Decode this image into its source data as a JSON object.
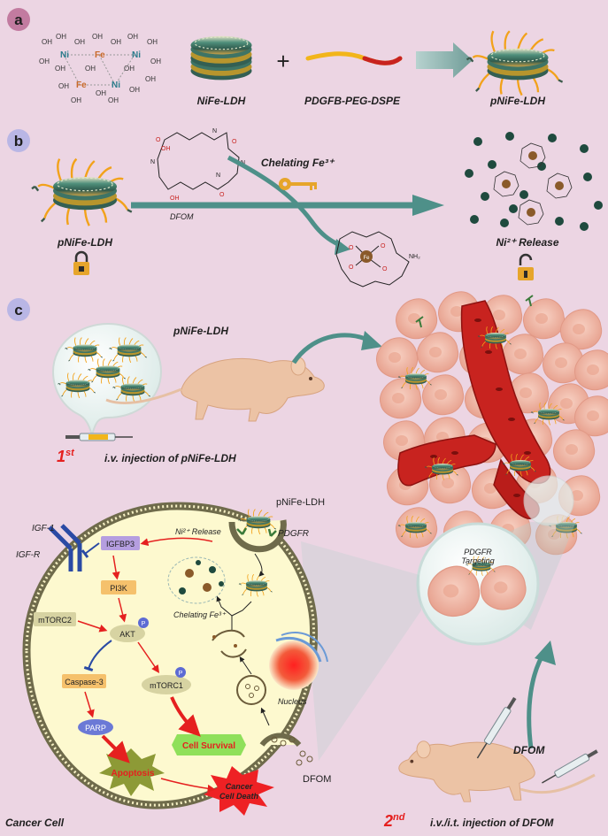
{
  "panels": {
    "a": "a",
    "b": "b",
    "c": "c"
  },
  "panel_a": {
    "ni_label": "Ni",
    "fe_label": "Fe",
    "oh_label": "OH",
    "plus": "+",
    "nife_ldh": "NiFe-LDH",
    "peg": "PDGFB-PEG-DSPE",
    "pnife_ldh": "pNiFe-LDH"
  },
  "panel_b": {
    "left_label": "pNiFe-LDH",
    "dfom": "DFOM",
    "chelating": "Chelating Fe³⁺",
    "release": "Ni²⁺ Release",
    "fe_center": "Fe",
    "atoms": {
      "o": "O",
      "n": "N",
      "h": "H",
      "oh": "OH",
      "nh2": "NH₂"
    }
  },
  "panel_c": {
    "pnife_ldh": "pNiFe-LDH",
    "first_num": "1",
    "first_sup": "st",
    "first_text": "i.v. injection of pNiFe-LDH",
    "second_num": "2",
    "second_sup": "nd",
    "second_text": "i.v./i.t. injection of  DFOM",
    "dfom_mouse": "DFOM",
    "targeting_line1": "PDGFR",
    "targeting_line2": "Targeting",
    "cell": {
      "pnife_ldh": "pNiFe-LDH",
      "pdgfr": "PDGFR",
      "igf1": "IGF-1",
      "igfr": "IGF-R",
      "igfbp3": "IGFBP3",
      "ni_release": "Ni²⁺ Release",
      "pi3k": "PI3K",
      "mtorc2": "mTORC2",
      "akt": "AKT",
      "p": "P",
      "caspase3": "Caspase-3",
      "mtorc1": "mTORC1",
      "parp": "PARP",
      "cell_survival": "Cell Survival",
      "apoptosis": "Apoptosis",
      "death_line1": "Cancer",
      "death_line2": "Cell Death",
      "chelating": "Chelating Fe³⁺",
      "nucleus": "Nucleus",
      "dfom": "DFOM",
      "cancer_cell": "Cancer Cell"
    }
  },
  "colors": {
    "background": "#ecd5e3",
    "panel_circle": "#c27ba0",
    "arrow_teal": "#4e9089",
    "cell_interior": "#fdf9cf",
    "membrane": "#6f6b4b",
    "vessel": "#c8231f",
    "tumor_cell": "#f0b6a4",
    "red_text": "#e5201f"
  }
}
